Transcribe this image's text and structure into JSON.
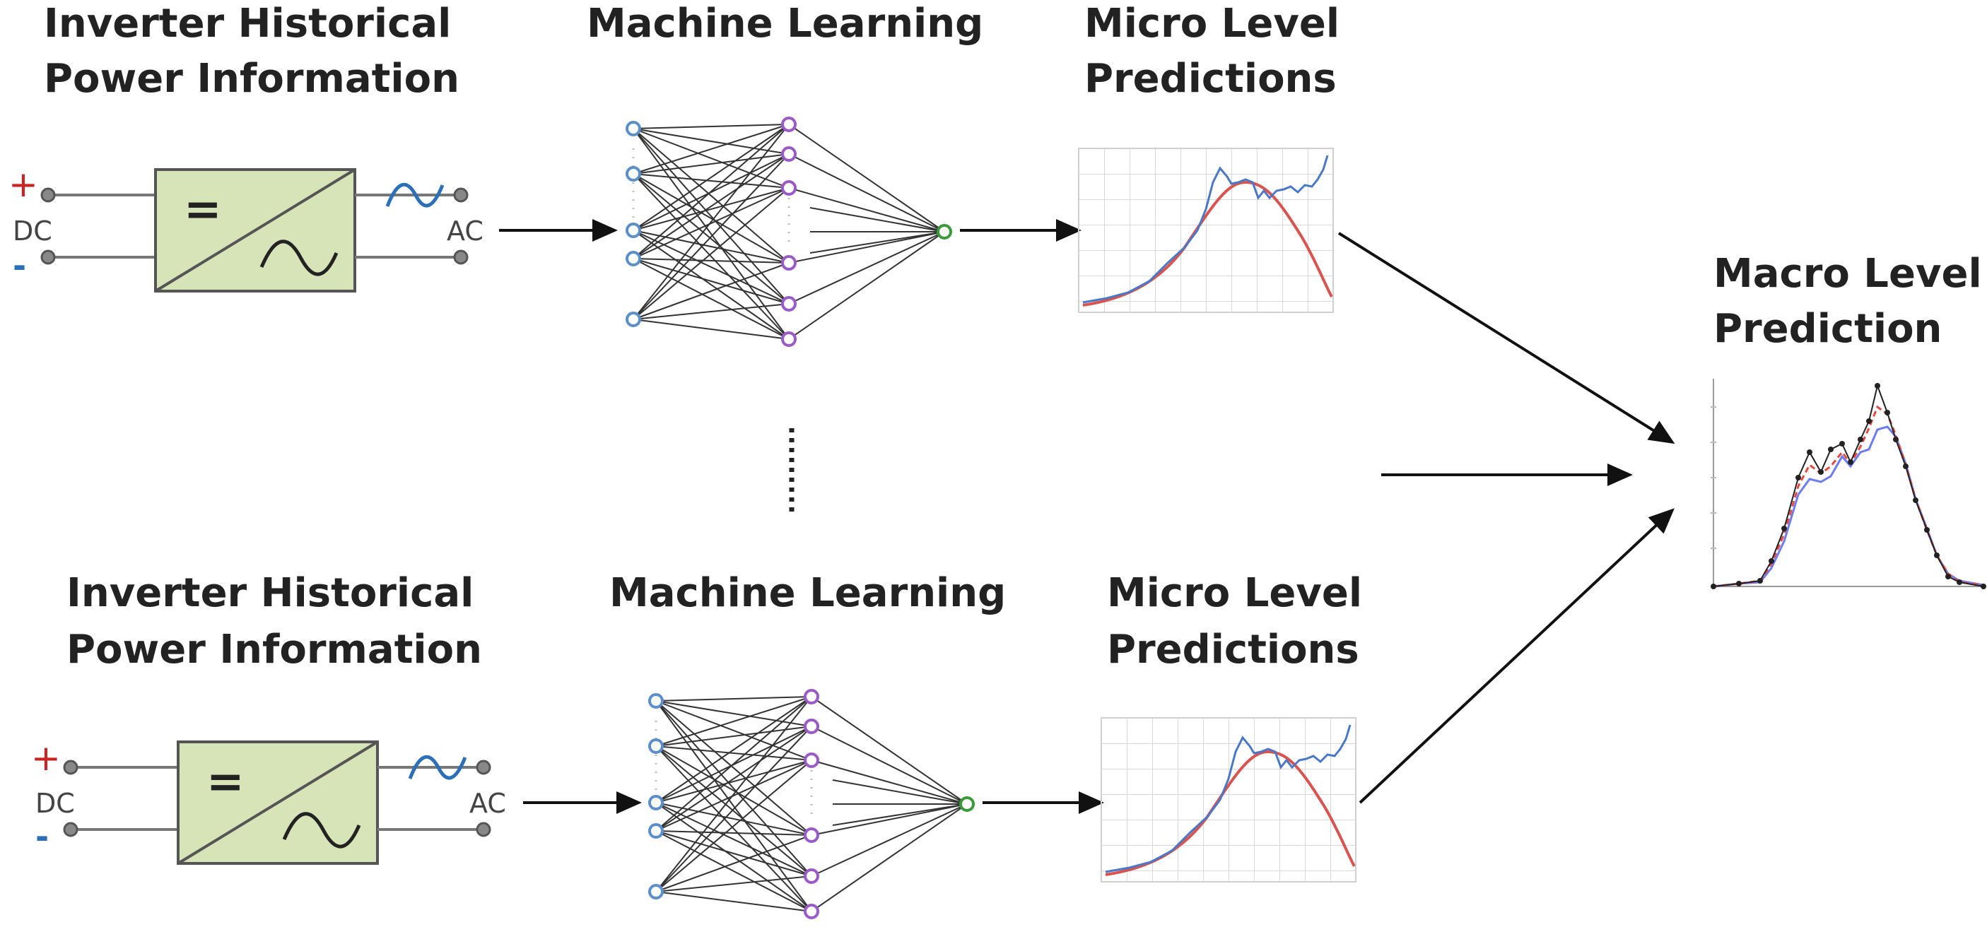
{
  "pipelines": [
    {
      "input_title_line1": "Inverter Historical",
      "input_title_line2": "Power Information",
      "ml_title": "Machine Learning",
      "micro_title_line1": "Micro Level",
      "micro_title_line2": "Predictions",
      "dc_label": "DC",
      "ac_label": "AC",
      "plus_sign": "+",
      "minus_sign": "-",
      "equals_sign": "="
    },
    {
      "input_title_line1": "Inverter Historical",
      "input_title_line2": "Power Information",
      "ml_title": "Machine Learning",
      "micro_title_line1": "Micro Level",
      "micro_title_line2": "Predictions",
      "dc_label": "DC",
      "ac_label": "AC",
      "plus_sign": "+",
      "minus_sign": "-",
      "equals_sign": "="
    }
  ],
  "macro": {
    "title_line1": "Macro Level",
    "title_line2": "Prediction"
  },
  "colors": {
    "inverter_fill": "#d6e4b8",
    "input_node": "#5b8fc9",
    "hidden_node": "#9b59c9",
    "output_node": "#3a9a3a",
    "micro_prediction": "#d9534f",
    "micro_actual": "#4a78c9",
    "macro_actual": "#222222",
    "macro_pred_red": "#e8483e",
    "macro_pred_blue": "#6b7cf0"
  },
  "icons": [
    "dc-ac-inverter-icon",
    "neural-network-icon",
    "line-chart-icon",
    "arrow-icon",
    "ellipsis-icon"
  ]
}
